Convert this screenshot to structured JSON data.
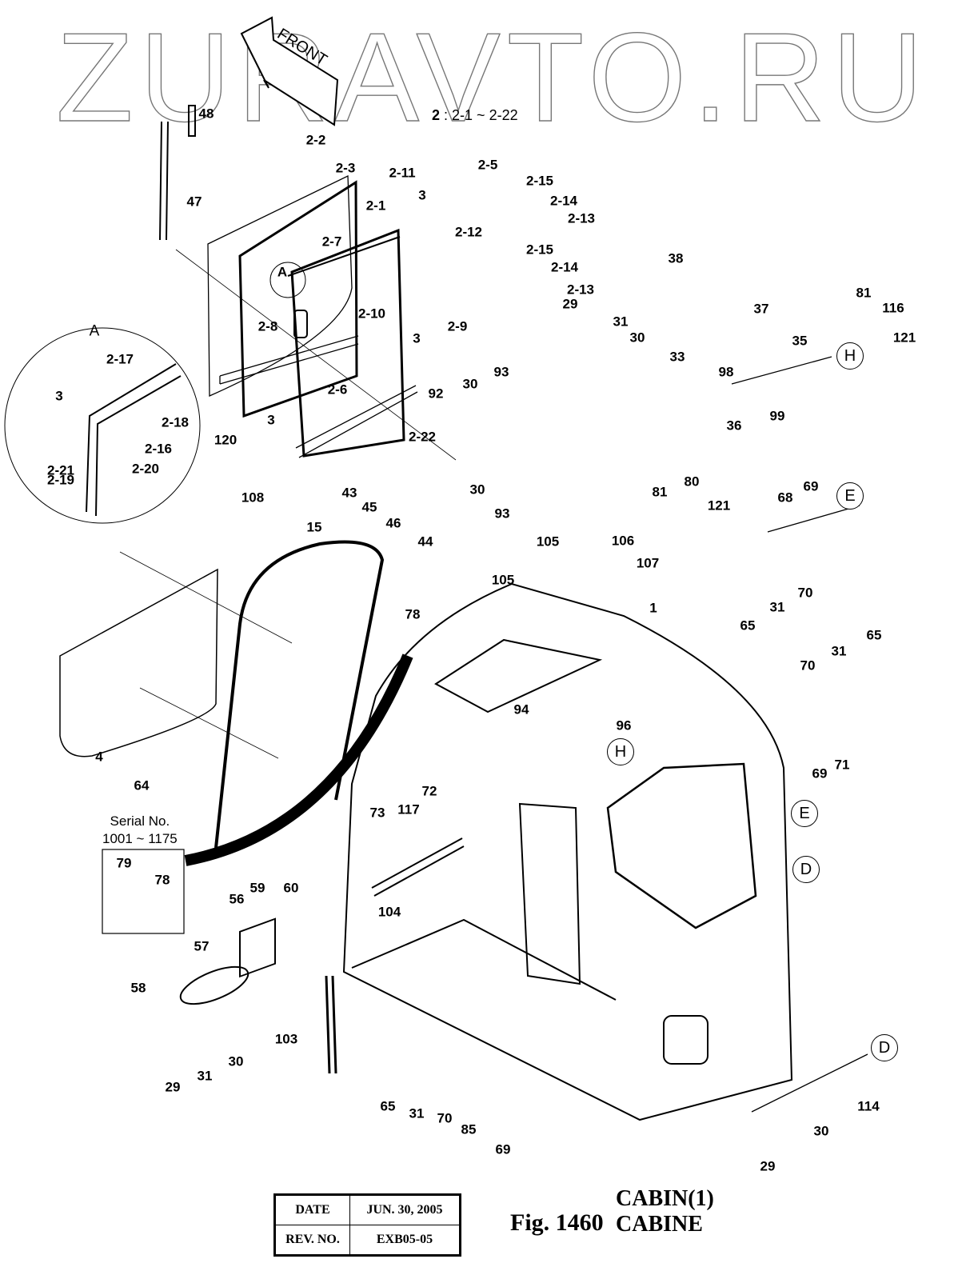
{
  "watermark": "ZURAVTO.RU",
  "front_arrow": "FRONT",
  "assembly_note": {
    "part": "2",
    "range": ": 2-1 ~ 2-22"
  },
  "detail_view": "A",
  "serial_note": {
    "line1": "Serial No.",
    "line2": "1001 ~ 1175"
  },
  "reference_circles": [
    "H",
    "E",
    "D"
  ],
  "callouts": [
    "48",
    "47",
    "2-2",
    "2-3",
    "2-11",
    "2-1",
    "3",
    "2-7",
    "2-5",
    "2-15",
    "2-14",
    "2-13",
    "2-12",
    "2-15",
    "2-14",
    "2-13",
    "2-8",
    "A",
    "2-10",
    "2-9",
    "3",
    "2-6",
    "3",
    "120",
    "2-22",
    "2-17",
    "3",
    "2-18",
    "2-16",
    "2-21",
    "2-20",
    "2-19",
    "38",
    "29",
    "31",
    "30",
    "37",
    "33",
    "98",
    "35",
    "36",
    "99",
    "81",
    "116",
    "121",
    "93",
    "30",
    "92",
    "30",
    "93",
    "43",
    "45",
    "46",
    "44",
    "81",
    "80",
    "121",
    "108",
    "69",
    "68",
    "70",
    "31",
    "65",
    "15",
    "105",
    "106",
    "107",
    "105",
    "1",
    "78",
    "4",
    "64",
    "94",
    "96",
    "65",
    "31",
    "70",
    "71",
    "69",
    "73",
    "117",
    "72",
    "104",
    "79",
    "78",
    "56",
    "59",
    "60",
    "57",
    "58",
    "29",
    "31",
    "30",
    "103",
    "65",
    "31",
    "70",
    "85",
    "69",
    "29",
    "30",
    "114"
  ],
  "title_block": {
    "date_label": "DATE",
    "date_value": "JUN. 30, 2005",
    "rev_label": "REV. NO.",
    "rev_value": "EXB05-05"
  },
  "figure": {
    "number": "Fig. 1460",
    "title_en": "CABIN(1)",
    "title_fr": "CABINE"
  }
}
